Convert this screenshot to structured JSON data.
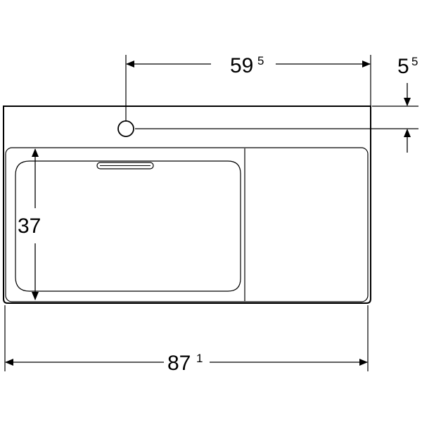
{
  "dimensions": {
    "tap_offset": {
      "main": "59",
      "sup": "5"
    },
    "rim_offset": {
      "main": "5",
      "sup": "5"
    },
    "bowl_depth": {
      "main": "37"
    },
    "total_width": {
      "main": "87",
      "sup": "1"
    }
  },
  "colors": {
    "line": "#000000",
    "background": "#ffffff"
  }
}
